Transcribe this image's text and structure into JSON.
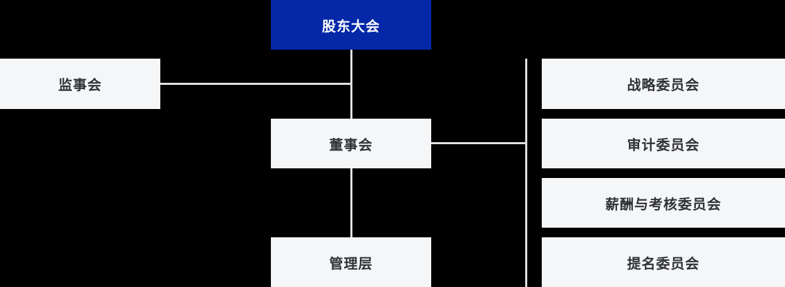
{
  "diagram": {
    "type": "org-chart",
    "background_color": "#000000",
    "root_box_color": "#0428a8",
    "root_text_color": "#ffffff",
    "box_color": "#f5f6f8",
    "box_text_color": "#2f3136",
    "connector_color": "#e0e1e4",
    "nodes": {
      "shareholders": {
        "label": "股东大会"
      },
      "supervisory": {
        "label": "监事会"
      },
      "board": {
        "label": "董事会"
      },
      "management": {
        "label": "管理层"
      },
      "committees": [
        {
          "label": "战略委员会"
        },
        {
          "label": "审计委员会"
        },
        {
          "label": "薪酬与考核委员会"
        },
        {
          "label": "提名委员会"
        }
      ]
    },
    "edges": [
      {
        "from": "股东大会",
        "to": "董事会"
      },
      {
        "from": "监事会",
        "to": "股东大会-董事会连线"
      },
      {
        "from": "董事会",
        "to": "管理层"
      },
      {
        "from": "董事会",
        "to": "委员会组"
      }
    ]
  }
}
